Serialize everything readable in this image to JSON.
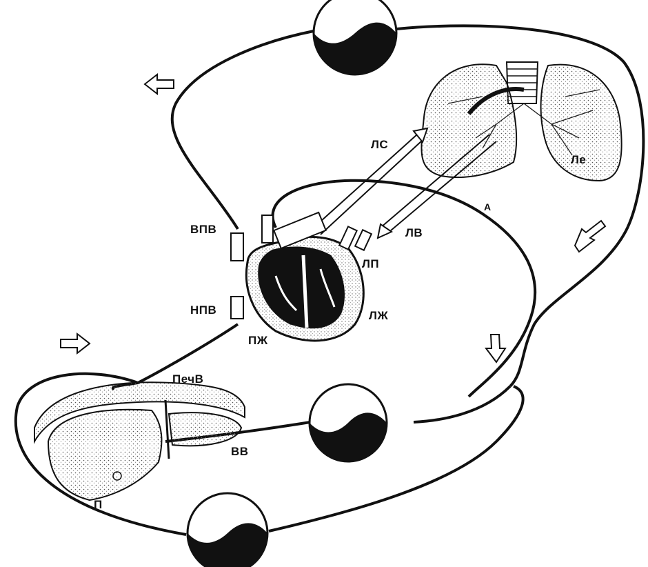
{
  "labels": {
    "ps": "ЛС",
    "lv": "ЛВ",
    "a": "А",
    "vpv": "ВПВ",
    "lp": "ЛП",
    "npv": "НПВ",
    "lzh": "ЛЖ",
    "pzh": "ПЖ",
    "pechv": "ПечВ",
    "vv": "ВВ",
    "p": "П",
    "le": "Ле"
  },
  "colors": {
    "line": "#111111",
    "stipple": "#555555",
    "fill_dark": "#111111",
    "fill_light": "#ffffff"
  },
  "icons": {
    "flow_arrows": "hollow-arrow-icon",
    "capillary_beds": "capillary-bed-icon"
  }
}
